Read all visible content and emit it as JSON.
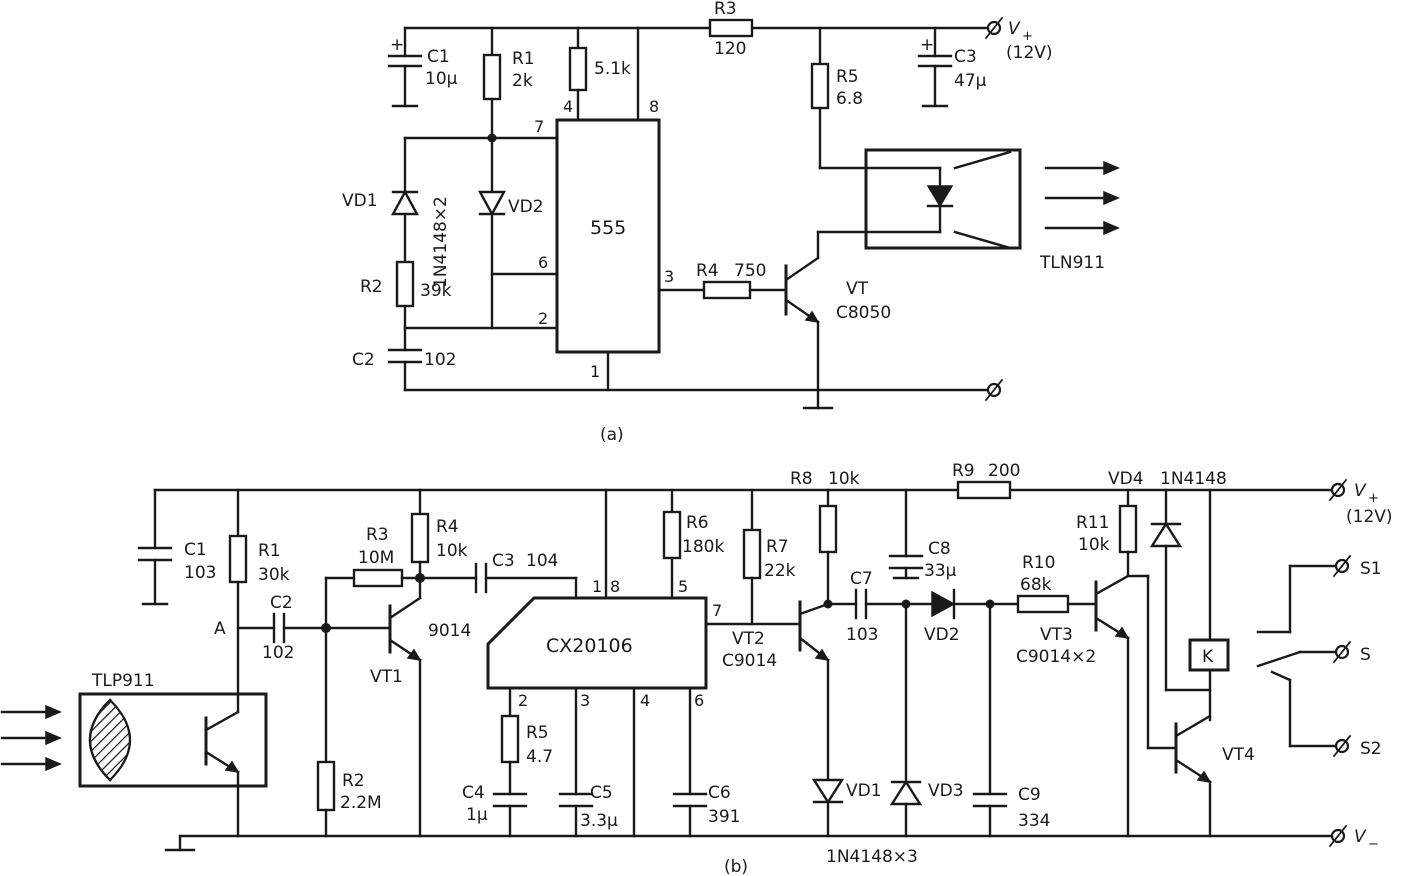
{
  "circuit_a": {
    "caption": "(a)",
    "ic": "555",
    "c1": {
      "name": "C1",
      "value": "10μ"
    },
    "r1": {
      "name": "R1",
      "value": "2k"
    },
    "r_pin4": {
      "value": "5.1k"
    },
    "r3": {
      "name": "R3",
      "value": "120"
    },
    "supply": {
      "name": "V",
      "sub": "+",
      "value": "(12V)"
    },
    "r5": {
      "name": "R5",
      "value": "6.8"
    },
    "c3": {
      "name": "C3",
      "value": "47μ"
    },
    "vd1": {
      "name": "VD1"
    },
    "vd2": {
      "name": "VD2"
    },
    "diodes_part": "1N4148×2",
    "r2": {
      "name": "R2",
      "value": "39k"
    },
    "c2": {
      "name": "C2",
      "value": "102"
    },
    "r4": {
      "name": "R4",
      "value": "750"
    },
    "vt": {
      "name": "VT",
      "part": "C8050"
    },
    "emitter": "TLN911",
    "pins": {
      "p4": "4",
      "p8": "8",
      "p7": "7",
      "p6": "6",
      "p2": "2",
      "p3": "3",
      "p1": "1"
    }
  },
  "circuit_b": {
    "caption": "(b)",
    "ic": "CX20106",
    "c1": {
      "name": "C1",
      "value": "103"
    },
    "r1": {
      "name": "R1",
      "value": "30k"
    },
    "node_a": "A",
    "c2": {
      "name": "C2",
      "value": "102"
    },
    "r3": {
      "name": "R3",
      "value": "10M"
    },
    "r4": {
      "name": "R4",
      "value": "10k"
    },
    "vt1": {
      "name": "VT1",
      "part": "9014"
    },
    "c3": {
      "name": "C3",
      "value": "104"
    },
    "r2": {
      "name": "R2",
      "value": "2.2M"
    },
    "receiver": "TLP911",
    "r6": {
      "name": "R6",
      "value": "180k"
    },
    "r5": {
      "name": "R5",
      "value": "4.7"
    },
    "c4": {
      "name": "C4",
      "value": "1μ"
    },
    "c5": {
      "name": "C5",
      "value": "3.3μ"
    },
    "c6": {
      "name": "C6",
      "value": "391"
    },
    "r7": {
      "name": "R7",
      "value": "22k"
    },
    "vt2": {
      "name": "VT2",
      "part": "C9014"
    },
    "r8": {
      "name": "R8",
      "value": "10k"
    },
    "c7": {
      "name": "C7",
      "value": "103"
    },
    "r9": {
      "name": "R9",
      "value": "200"
    },
    "c8": {
      "name": "C8",
      "value": "33μ"
    },
    "vd2": {
      "name": "VD2"
    },
    "r10": {
      "name": "R10",
      "value": "68k"
    },
    "vd1": {
      "name": "VD1"
    },
    "vd3": {
      "name": "VD3"
    },
    "diodes_part": "1N4148×3",
    "c9": {
      "name": "C9",
      "value": "334"
    },
    "vt3": {
      "name": "VT3",
      "part": "C9014×2"
    },
    "r11": {
      "name": "R11",
      "value": "10k"
    },
    "vd4": {
      "name": "VD4",
      "part": "1N4148"
    },
    "relay": "K",
    "vt4": {
      "name": "VT4"
    },
    "supply_pos": {
      "name": "V",
      "sub": "+",
      "value": "(12V)"
    },
    "supply_neg": {
      "name": "V",
      "sub": "−"
    },
    "switch": {
      "s1": "S1",
      "s": "S",
      "s2": "S2"
    },
    "pins": {
      "p1": "1",
      "p8": "8",
      "p5": "5",
      "p7": "7",
      "p2": "2",
      "p3": "3",
      "p4": "4",
      "p6": "6"
    }
  }
}
